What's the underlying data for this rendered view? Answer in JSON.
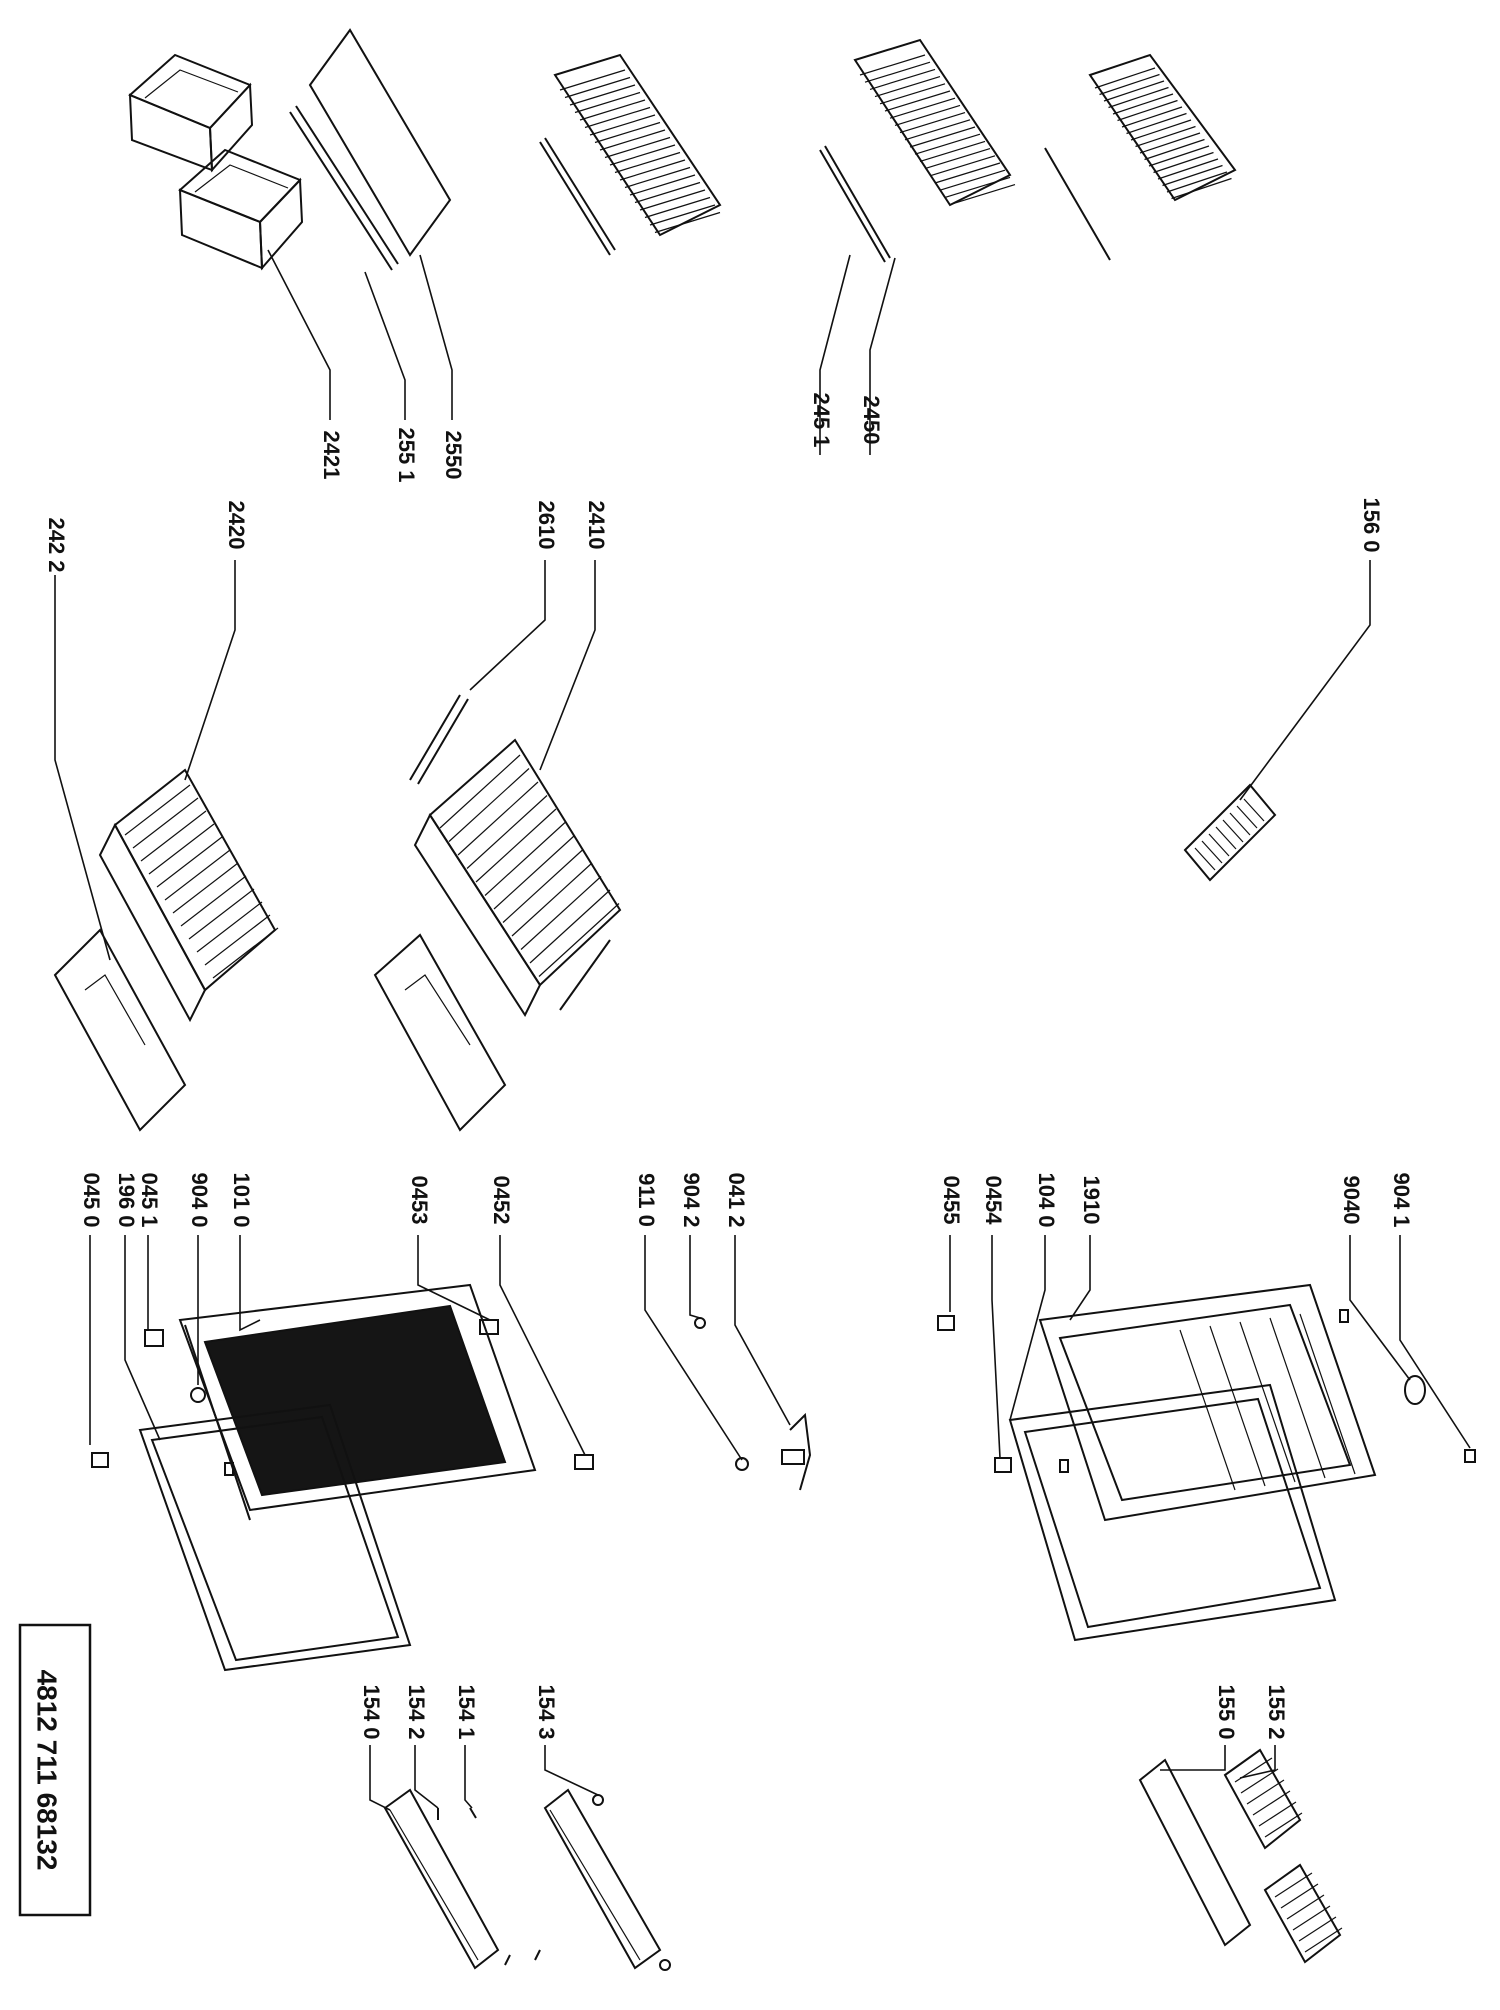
{
  "reference_number": "4812 711 68132",
  "labels": [
    {
      "id": "2422",
      "text": "242 2"
    },
    {
      "id": "2420",
      "text": "2420"
    },
    {
      "id": "2421",
      "text": "2421"
    },
    {
      "id": "2551",
      "text": "255 1"
    },
    {
      "id": "2550",
      "text": "2550"
    },
    {
      "id": "2610",
      "text": "2610"
    },
    {
      "id": "2410",
      "text": "2410"
    },
    {
      "id": "2450",
      "text": "2450"
    },
    {
      "id": "2451",
      "text": "245 1"
    },
    {
      "id": "1560",
      "text": "156 0"
    },
    {
      "id": "0450",
      "text": "045 0"
    },
    {
      "id": "1960",
      "text": "196 0"
    },
    {
      "id": "0451",
      "text": "045 1"
    },
    {
      "id": "9040a",
      "text": "904 0"
    },
    {
      "id": "1010",
      "text": "101 0"
    },
    {
      "id": "0453",
      "text": "0453"
    },
    {
      "id": "0452",
      "text": "0452"
    },
    {
      "id": "9110",
      "text": "911 0"
    },
    {
      "id": "9042",
      "text": "904 2"
    },
    {
      "id": "0412",
      "text": "041 2"
    },
    {
      "id": "0455",
      "text": "0455"
    },
    {
      "id": "0454",
      "text": "0454"
    },
    {
      "id": "1040",
      "text": "104 0"
    },
    {
      "id": "1910",
      "text": "1910"
    },
    {
      "id": "9040b",
      "text": "9040"
    },
    {
      "id": "9041",
      "text": "904 1"
    },
    {
      "id": "1540",
      "text": "154 0"
    },
    {
      "id": "1542",
      "text": "154 2"
    },
    {
      "id": "1541",
      "text": "154 1"
    },
    {
      "id": "1543",
      "text": "154 3"
    },
    {
      "id": "1550",
      "text": "155 0"
    },
    {
      "id": "1552",
      "text": "155 2"
    }
  ]
}
